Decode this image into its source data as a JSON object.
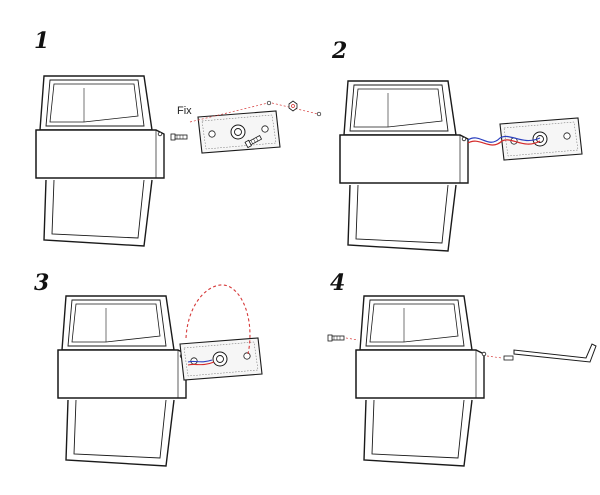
{
  "steps": [
    {
      "marker": "1",
      "label": "Fix"
    },
    {
      "marker": "2"
    },
    {
      "marker": "3"
    },
    {
      "marker": "4"
    }
  ],
  "colors": {
    "line": "#1a1a1a",
    "wire_red": "#d42b2b",
    "wire_blue": "#2a3fbf",
    "arc_dashed": "#d63a3a",
    "plate_fill": "#f4f4f4"
  }
}
